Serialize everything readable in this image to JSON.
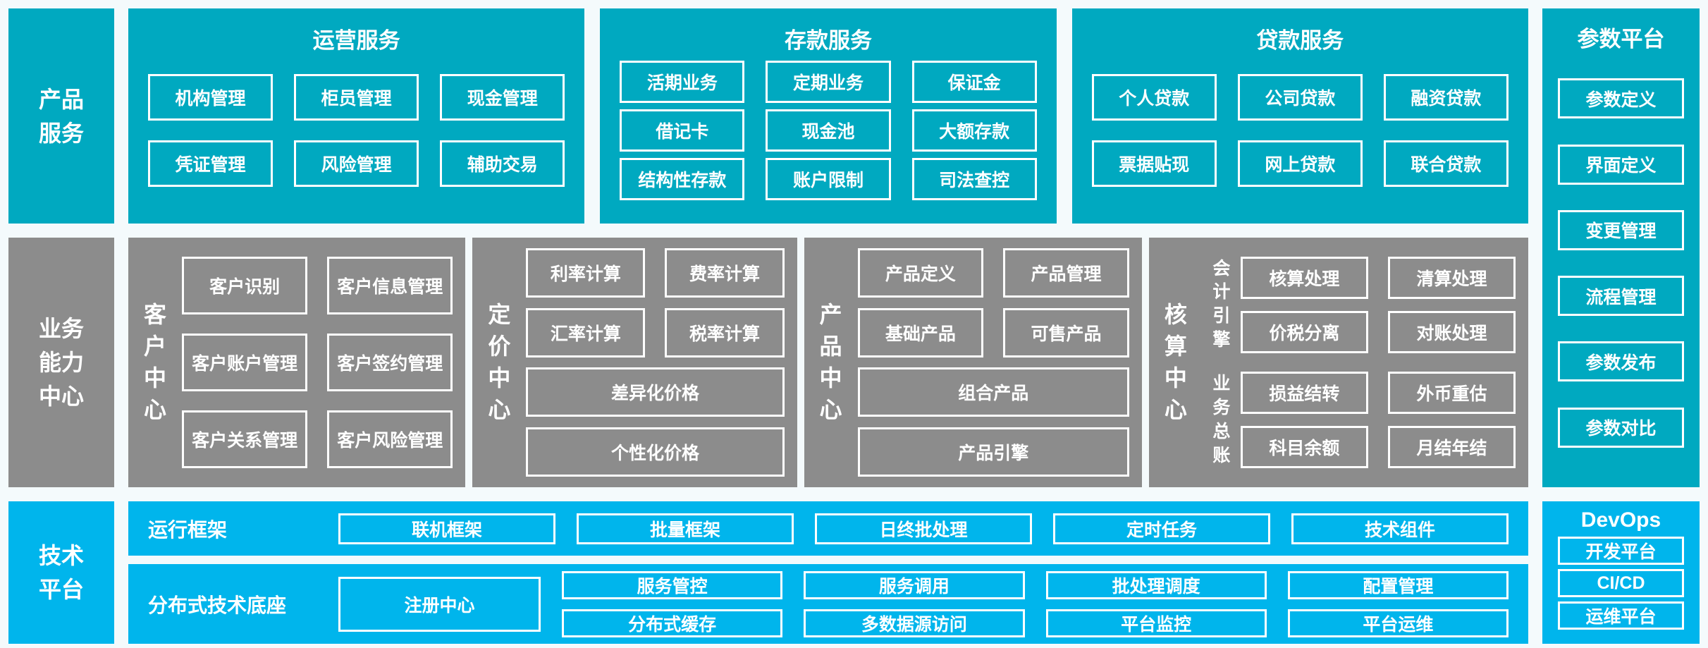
{
  "left_labels": {
    "product": "产品服务",
    "business": "业务能力中心",
    "tech": "技术平台"
  },
  "top_sections": [
    {
      "title": "运营服务",
      "items": [
        "机构管理",
        "柜员管理",
        "现金管理",
        "凭证管理",
        "风险管理",
        "辅助交易"
      ]
    },
    {
      "title": "存款服务",
      "items": [
        "活期业务",
        "定期业务",
        "保证金",
        "借记卡",
        "现金池",
        "大额存款",
        "结构性存款",
        "账户限制",
        "司法查控"
      ]
    },
    {
      "title": "贷款服务",
      "items": [
        "个人贷款",
        "公司贷款",
        "融资贷款",
        "票据贴现",
        "网上贷款",
        "联合贷款"
      ]
    }
  ],
  "param_platform": {
    "title": "参数平台",
    "items": [
      "参数定义",
      "界面定义",
      "变更管理",
      "流程管理",
      "参数发布",
      "参数对比"
    ]
  },
  "middle_sections": [
    {
      "label": "客户中心",
      "items": [
        "客户识别",
        "客户信息管理",
        "客户账户管理",
        "客户签约管理",
        "客户关系管理",
        "客户风险管理"
      ]
    },
    {
      "label": "定价中心",
      "items": [
        "利率计算",
        "费率计算",
        "汇率计算",
        "税率计算",
        "差异化价格",
        "个性化价格"
      ]
    },
    {
      "label": "产品中心",
      "items": [
        "产品定义",
        "产品管理",
        "基础产品",
        "可售产品",
        "组合产品",
        "产品引擎"
      ]
    },
    {
      "label": "核算中心",
      "groups": [
        {
          "label": "会计引擎",
          "items": [
            "核算处理",
            "清算处理",
            "价税分离",
            "对账处理"
          ]
        },
        {
          "label": "业务总账",
          "items": [
            "损益结转",
            "外币重估",
            "科目余额",
            "月结年结"
          ]
        }
      ]
    }
  ],
  "bottom": {
    "rows": [
      {
        "label": "运行框架",
        "items": [
          "联机框架",
          "批量框架",
          "日终批处理",
          "定时任务",
          "技术组件"
        ]
      },
      {
        "label": "分布式技术底座",
        "register": "注册中心",
        "grid": [
          "服务管控",
          "服务调用",
          "批处理调度",
          "配置管理",
          "分布式缓存",
          "多数据源访问",
          "平台监控",
          "平台运维"
        ]
      }
    ]
  },
  "devops": {
    "title": "DevOps",
    "items": [
      "开发平台",
      "CI/CD",
      "运维平台"
    ]
  },
  "colors": {
    "teal": "#00A9C0",
    "gray": "#8C8C8C",
    "blue": "#00B5EC",
    "background": "#F4FAFC",
    "box_border": "#FFFFFF",
    "text": "#FFFFFF"
  }
}
